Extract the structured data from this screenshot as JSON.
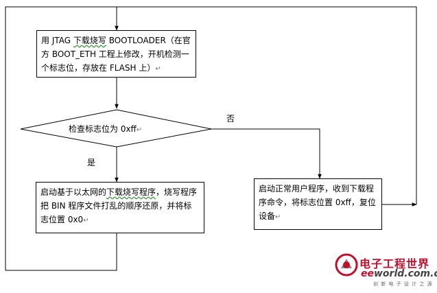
{
  "diagram": {
    "step1": {
      "pre": "用 JTAG ",
      "sq": "下载烧写",
      "post": " BOOTLOADER（在官方 BOOT_ETH 工程上修改，开机检测一个标志位，存放在 FLASH 上）"
    },
    "decision": "检查标志位为 0xff",
    "step2": {
      "pre": "启动基于以太网的",
      "sq1": "下载烧写程序",
      "mid": "，烧写程序把 BIN 程序文件打乱的顺序还原，并将标志位置 0x0"
    },
    "step3": "启动正常用户程序，收到下载程序命令，将标志位置 0xff，复位设备",
    "yes_label": "是",
    "no_label": "否",
    "para_mark": "↵"
  },
  "watermark": {
    "cn": "电子工程世界",
    "en_a": "ee",
    "en_b": "world.com.cn",
    "tagline": "创 新 电 子 设 计 之 源",
    "colors": {
      "red": "#c0102e",
      "gray": "#444444"
    }
  }
}
